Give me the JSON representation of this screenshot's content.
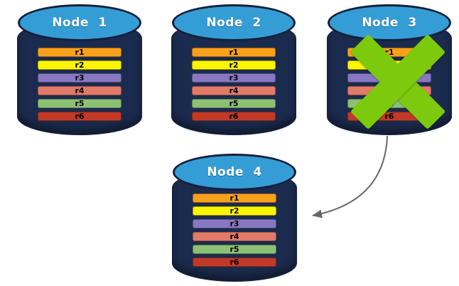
{
  "diagram": {
    "colors": {
      "background": "#FFFFFF",
      "cylinder_body": "#1B2B4D",
      "cylinder_rim": "#14203C",
      "cylinder_top": "#359DD6",
      "node_title_text": "#FFFFFF",
      "replica_text": "#000000",
      "arrow": "#666666",
      "failure_cross": "#7DC90D"
    },
    "nodes": [
      {
        "id": "node-1",
        "title": "Node 1",
        "failed": false,
        "replicas": [
          {
            "label": "r1",
            "color": "#F9A11B"
          },
          {
            "label": "r2",
            "color": "#FCF500"
          },
          {
            "label": "r3",
            "color": "#8878C2"
          },
          {
            "label": "r4",
            "color": "#E17A68"
          },
          {
            "label": "r5",
            "color": "#8CC174"
          },
          {
            "label": "r6",
            "color": "#C13A27"
          }
        ]
      },
      {
        "id": "node-2",
        "title": "Node 2",
        "failed": false,
        "replicas": [
          {
            "label": "r1",
            "color": "#F9A11B"
          },
          {
            "label": "r2",
            "color": "#FCF500"
          },
          {
            "label": "r3",
            "color": "#8878C2"
          },
          {
            "label": "r4",
            "color": "#E17A68"
          },
          {
            "label": "r5",
            "color": "#8CC174"
          },
          {
            "label": "r6",
            "color": "#C13A27"
          }
        ]
      },
      {
        "id": "node-3",
        "title": "Node 3",
        "failed": true,
        "replicas": [
          {
            "label": "r1",
            "color": "#F9A11B"
          },
          {
            "label": "r2",
            "color": "#FCF500"
          },
          {
            "label": "r3",
            "color": "#8878C2"
          },
          {
            "label": "r4",
            "color": "#E17A68"
          },
          {
            "label": "r5",
            "color": "#8CC174"
          },
          {
            "label": "r6",
            "color": "#C13A27"
          }
        ]
      },
      {
        "id": "node-4",
        "title": "Node 4",
        "failed": false,
        "replicas": [
          {
            "label": "r1",
            "color": "#F9A11B"
          },
          {
            "label": "r2",
            "color": "#FCF500"
          },
          {
            "label": "r3",
            "color": "#8878C2"
          },
          {
            "label": "r4",
            "color": "#E17A68"
          },
          {
            "label": "r5",
            "color": "#8CC174"
          },
          {
            "label": "r6",
            "color": "#C13A27"
          }
        ]
      }
    ],
    "arrow": {
      "from": "Node 3",
      "to": "Node 4"
    }
  }
}
